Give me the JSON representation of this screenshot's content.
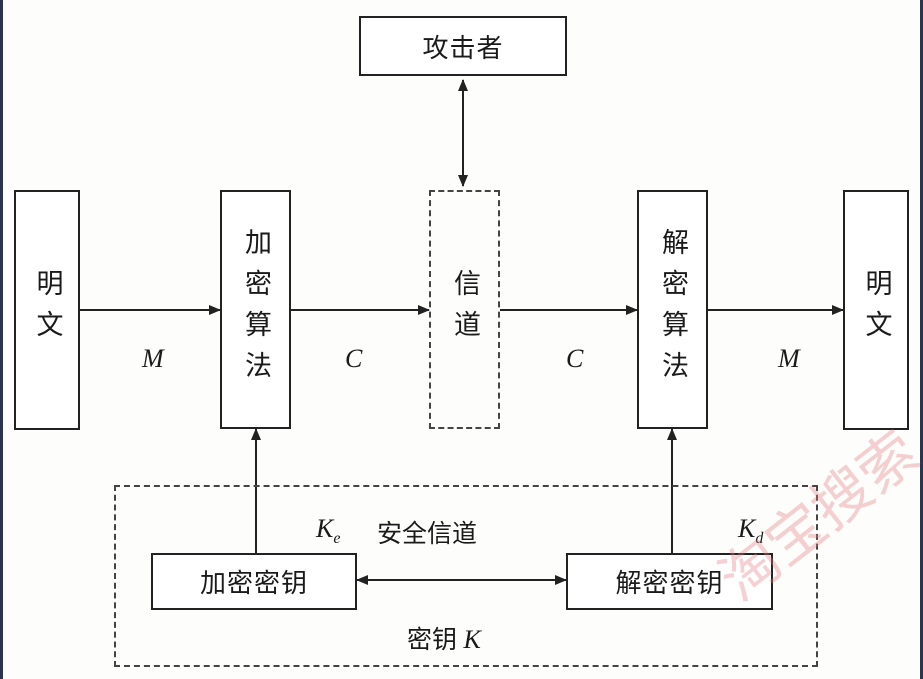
{
  "nodes": {
    "attacker": "攻击者",
    "plaintext_in": "明文",
    "encrypt_algo": "加密算法",
    "channel": "信道",
    "decrypt_algo": "解密算法",
    "plaintext_out": "明文",
    "encrypt_key": "加密密钥",
    "decrypt_key": "解密密钥"
  },
  "labels": {
    "m_in": "M",
    "c_left": "C",
    "c_right": "C",
    "m_out": "M",
    "ke_main": "K",
    "ke_sub": "e",
    "kd_main": "K",
    "kd_sub": "d",
    "secure_channel": "安全信道",
    "key_prefix": "密钥",
    "key_symbol": "K"
  },
  "watermark": "淘宝搜索"
}
